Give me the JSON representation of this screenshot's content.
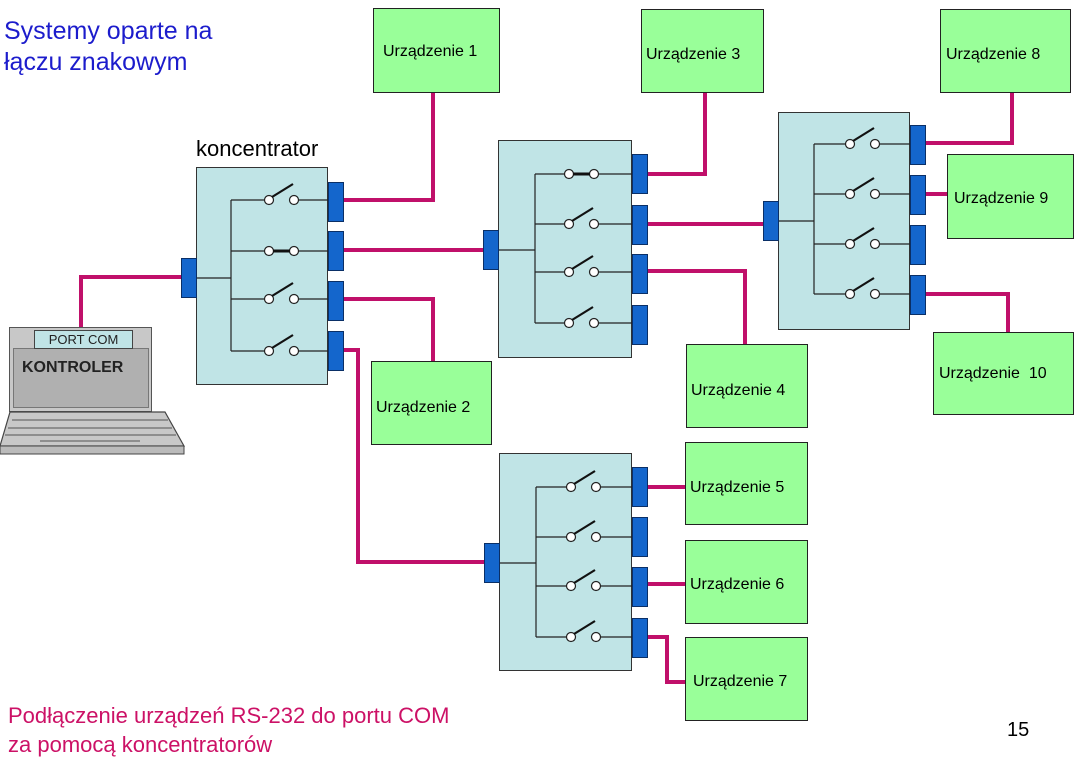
{
  "slide": {
    "title_line1": "Systemy oparte na",
    "title_line2": "łączu znakowym",
    "caption_line1": "Podłączenie urządzeń RS-232 do portu COM",
    "caption_line2": "za pomocą koncentratorów",
    "page_number": "15"
  },
  "diagram": {
    "concentrator_label": "koncentrator",
    "controller": {
      "port_label": "PORT COM",
      "name": "KONTROLER"
    },
    "devices": [
      {
        "label": "Urządzenie 1"
      },
      {
        "label": "Urządzenie 2"
      },
      {
        "label": "Urządzenie 3"
      },
      {
        "label": "Urządzenie 4"
      },
      {
        "label": "Urządzenie 5"
      },
      {
        "label": "Urządzenie 6"
      },
      {
        "label": "Urządzenie 7"
      },
      {
        "label": "Urządzenie 8"
      },
      {
        "label": "Urządzenie 9"
      },
      {
        "label": "Urządzenie  10"
      }
    ],
    "colors": {
      "wire": "#c0106a",
      "device_fill": "#99ff99",
      "hub_fill": "#c0e4e6",
      "port_fill": "#1466cc",
      "title": "#1c1ccc",
      "caption": "#cc1166"
    }
  }
}
